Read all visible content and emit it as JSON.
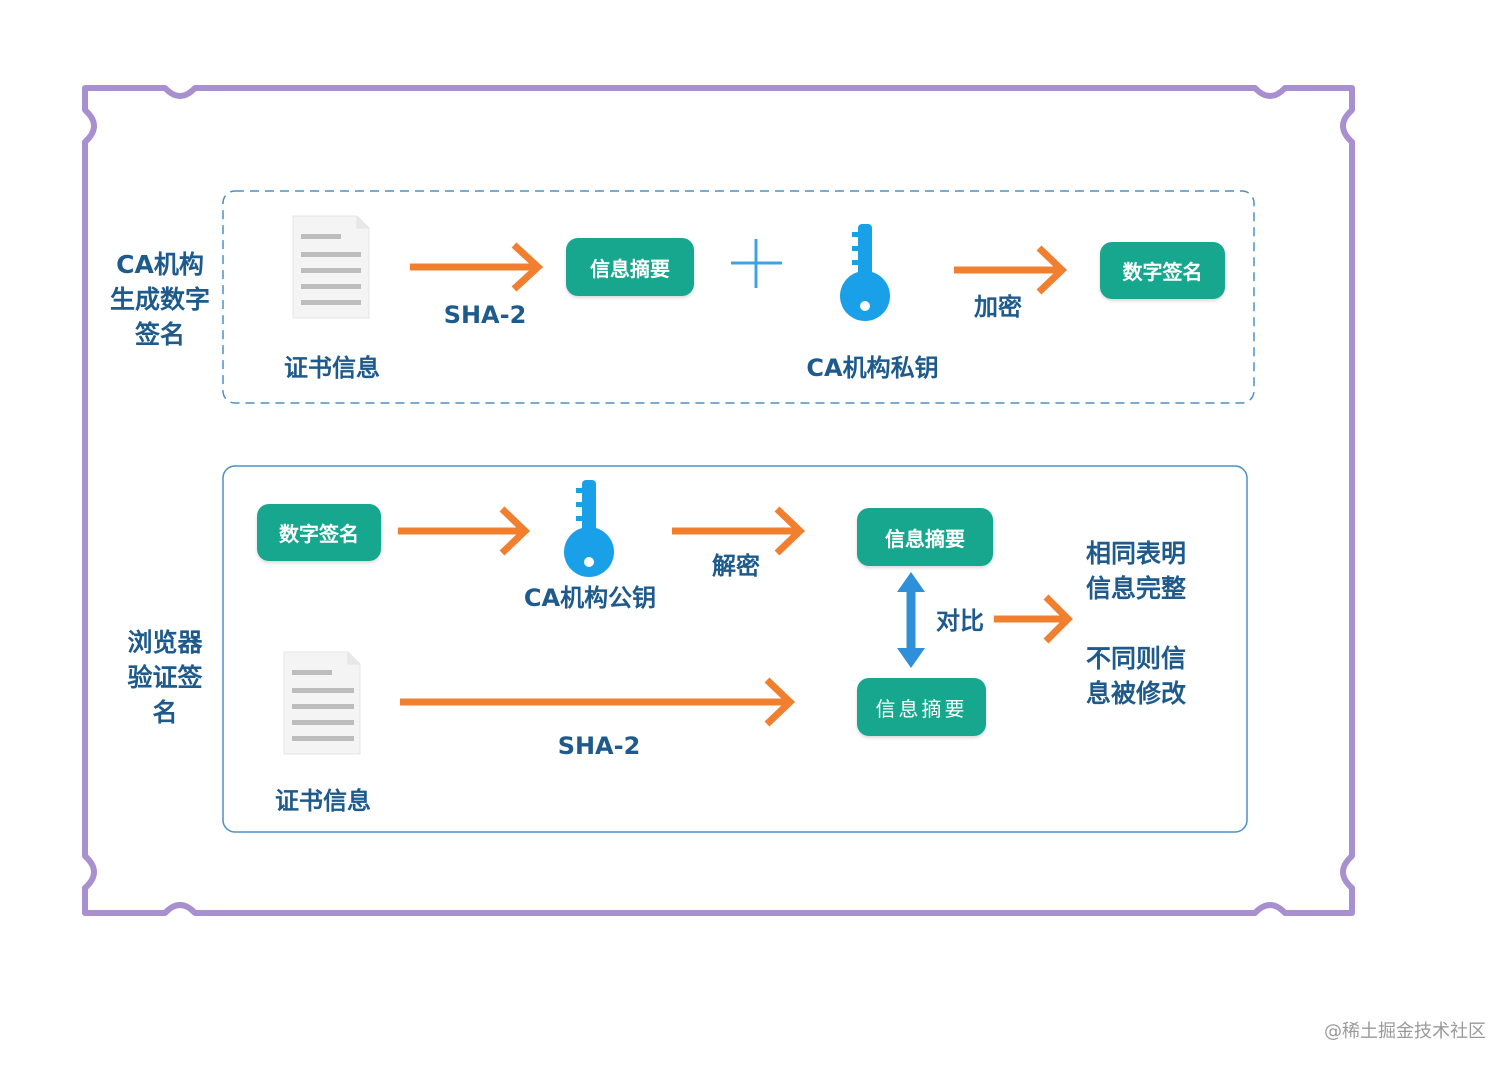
{
  "diagram": {
    "top_section": {
      "side_label": "CA机构\n生成数字\n签名",
      "doc_label": "证书信息",
      "hash_label": "SHA-2",
      "digest_label": "信息摘要",
      "key_label": "CA机构私钥",
      "encrypt_label": "加密",
      "signature_label": "数字签名"
    },
    "bottom_section": {
      "side_label": "浏览器\n验证签\n名",
      "signature_label": "数字签名",
      "key_label": "CA机构公钥",
      "decrypt_label": "解密",
      "digest_label_1": "信息摘要",
      "digest_label_2": "信息摘要",
      "compare_label": "对比",
      "doc_label": "证书信息",
      "hash_label": "SHA-2",
      "result_same": "相同表明\n信息完整",
      "result_diff": "不同则信\n息被修改"
    },
    "watermark": "@稀土掘金技术社区",
    "colors": {
      "frame": "#a88fcf",
      "dashed_border": "#4a90c8",
      "arrow": "#f08030",
      "pill": "#16a78e",
      "key": "#1aa0e8",
      "text": "#1f5a8c"
    }
  }
}
